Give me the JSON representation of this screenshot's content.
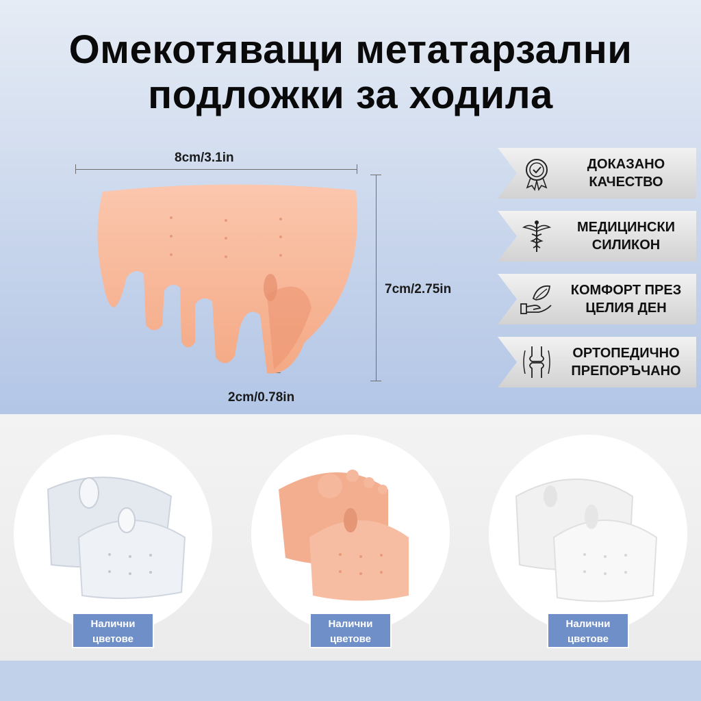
{
  "title": {
    "line1": "Омекотяващи метатарзални",
    "line2": "подложки за ходила"
  },
  "dimensions": {
    "width_label": "8cm/3.1in",
    "height_label": "7cm/2.75in",
    "gap_label": "2cm/0.78in"
  },
  "badges": [
    {
      "line1": "ДОКАЗАНО",
      "line2": "КАЧЕСТВО",
      "icon": "quality-seal-icon"
    },
    {
      "line1": "МЕДИЦИНСКИ",
      "line2": "СИЛИКОН",
      "icon": "caduceus-icon"
    },
    {
      "line1": "КОМФОРТ ПРЕЗ",
      "line2": "ЦЕЛИЯ ДЕН",
      "icon": "hand-leaf-icon"
    },
    {
      "line1": "ОРТОПЕДИЧНО",
      "line2": "ПРЕПОРЪЧАНО",
      "icon": "joint-bone-icon"
    }
  ],
  "variants": [
    {
      "line1": "Налични",
      "line2": "цветове",
      "color": "#e9edf2"
    },
    {
      "line1": "Налични",
      "line2": "цветове",
      "color": "#f6b79c"
    },
    {
      "line1": "Налични",
      "line2": "цветове",
      "color": "#f4f4f4"
    }
  ],
  "colors": {
    "accent_pill": "#6f8fc8",
    "pad_beige": "#f7b99e",
    "badge_silver": "#e4e4e4"
  }
}
